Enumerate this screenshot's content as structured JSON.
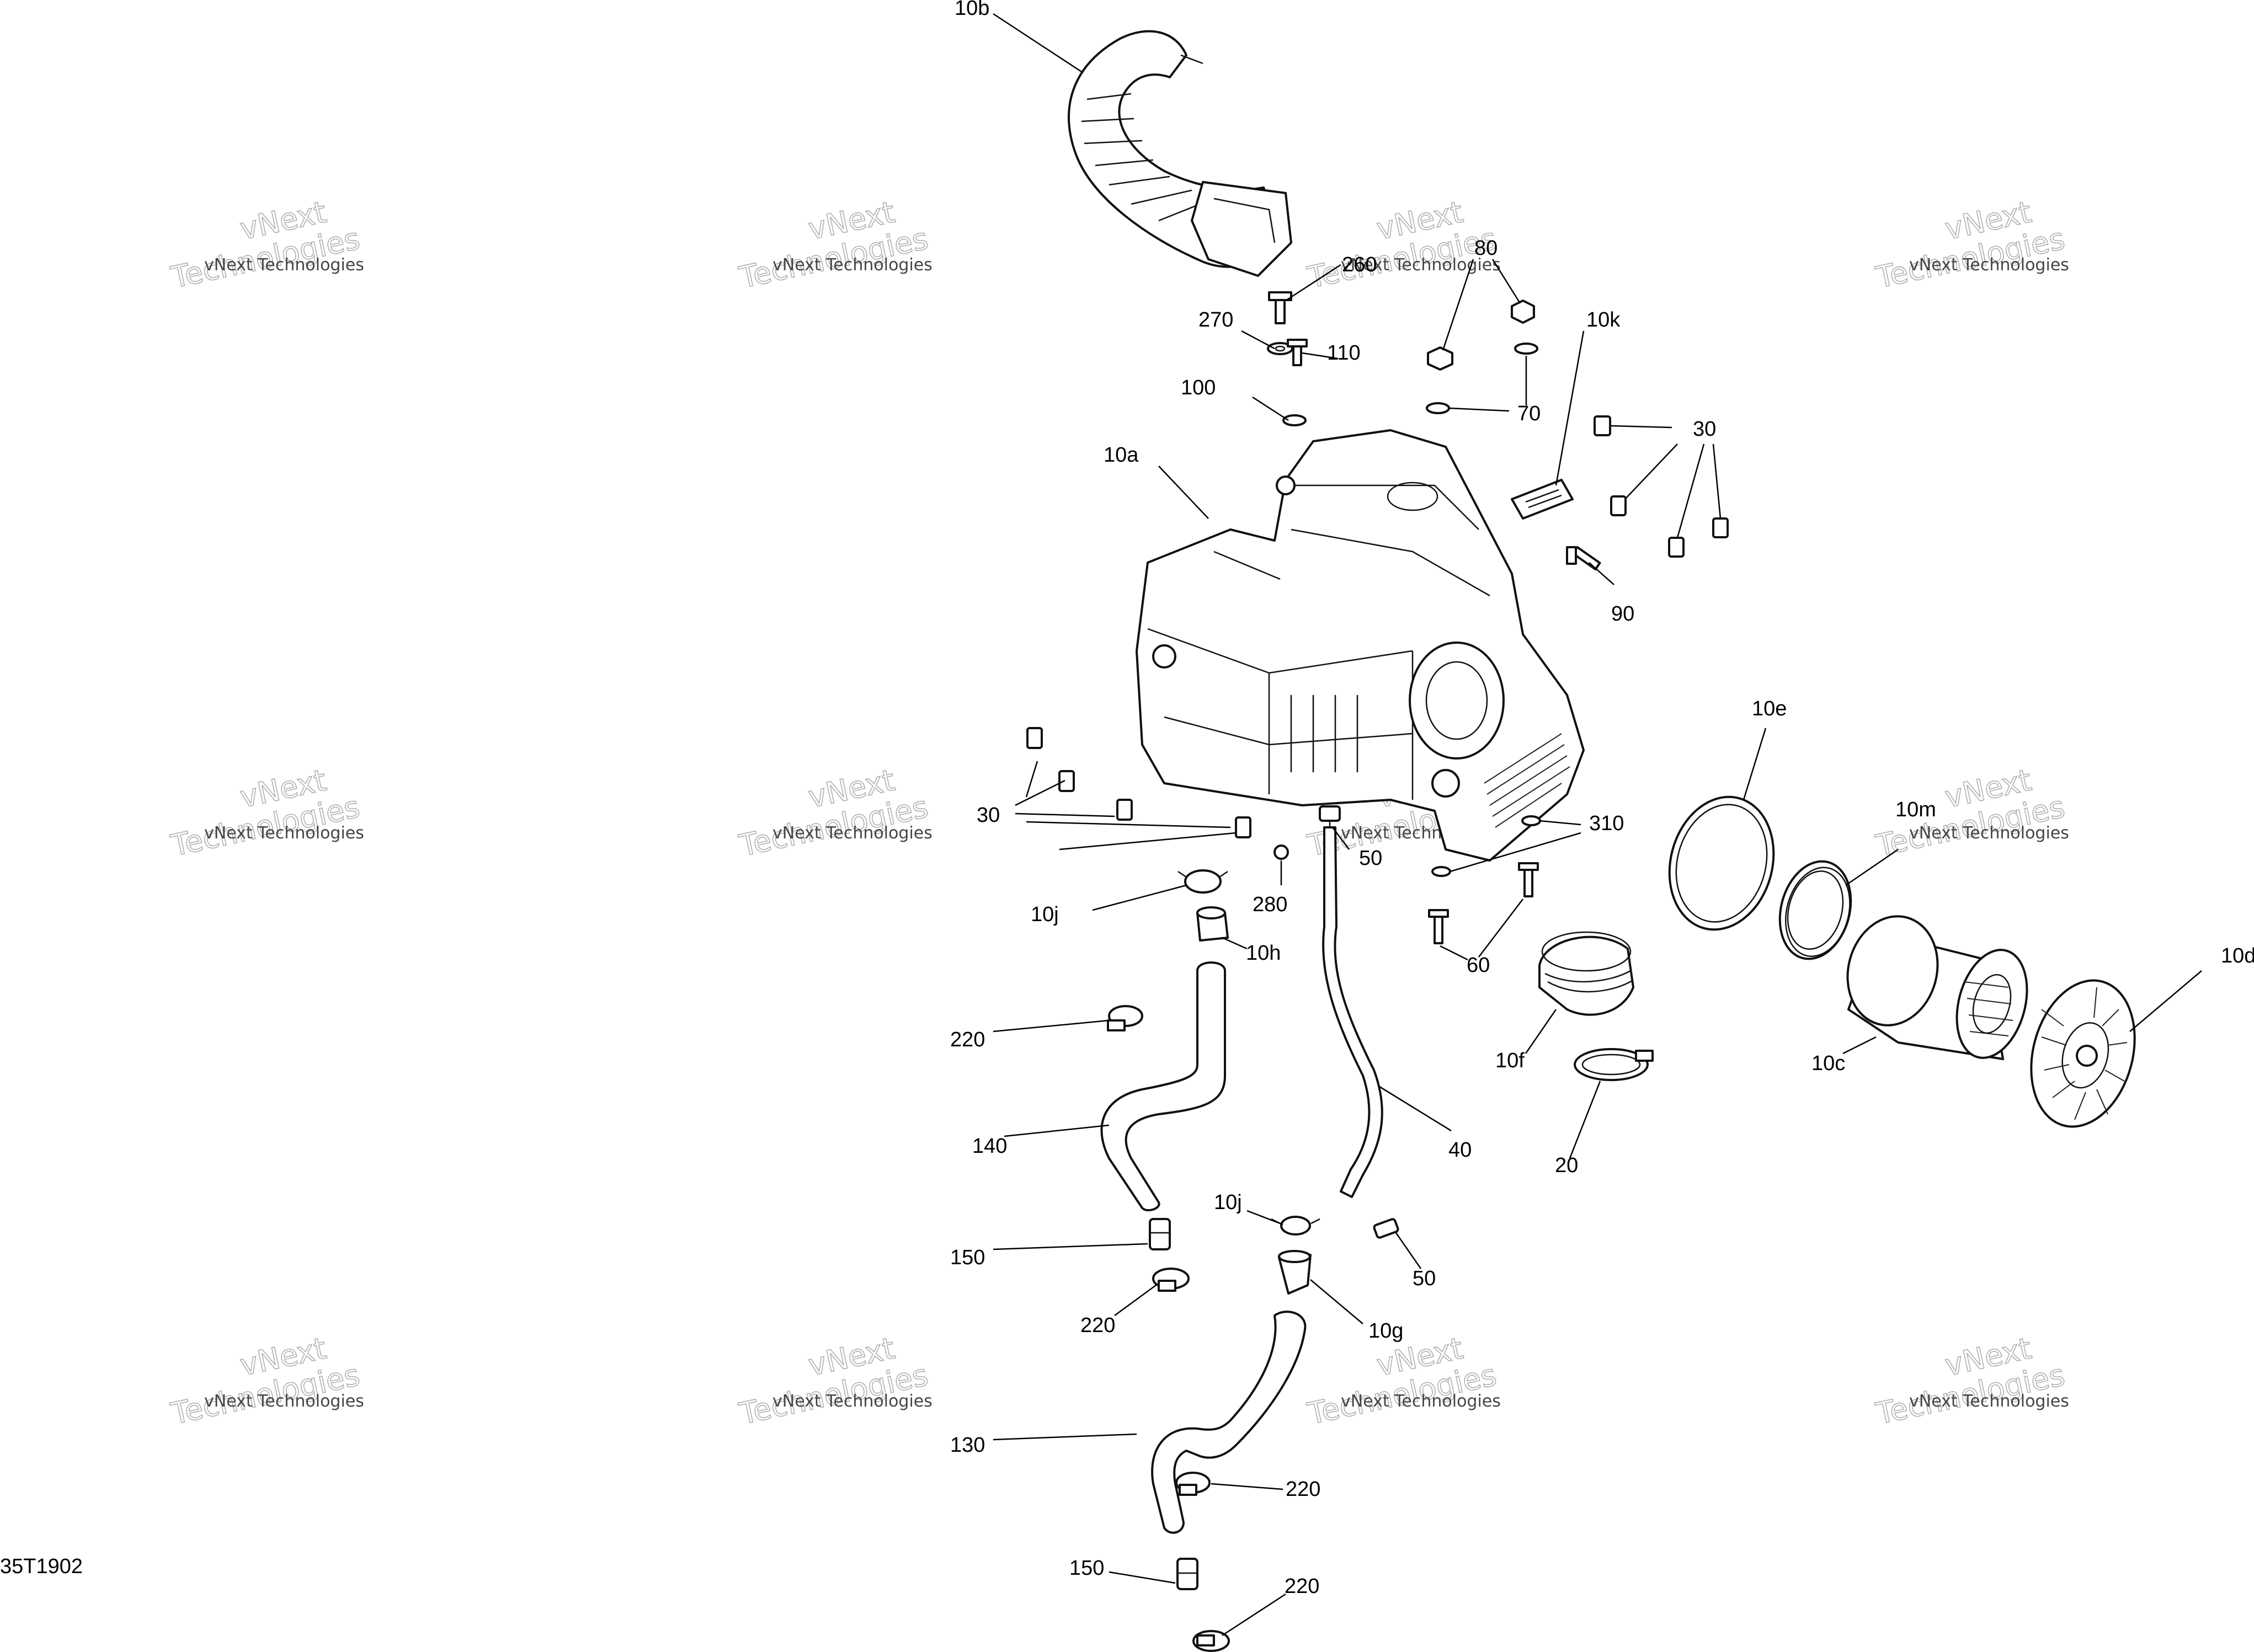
{
  "diagram_code": "35T1902",
  "watermark": {
    "small_text": "vNext Technologies",
    "big_line1": "vNext",
    "big_line2": "Technologies"
  },
  "labels": {
    "p10b": "10b",
    "p260": "260",
    "p80": "80",
    "p270": "270",
    "p110": "110",
    "p10k": "10k",
    "p100": "100",
    "p70": "70",
    "p30_top": "30",
    "p10a": "10a",
    "p90": "90",
    "p10e": "10e",
    "p30_left": "30",
    "p310": "310",
    "p50_top": "50",
    "p10m": "10m",
    "p10d": "10d",
    "p280": "280",
    "p10j_top": "10j",
    "p10h": "10h",
    "p60": "60",
    "p220_a": "220",
    "p10f": "10f",
    "p10c": "10c",
    "p140": "140",
    "p40": "40",
    "p20": "20",
    "p10j_bot": "10j",
    "p150_a": "150",
    "p50_bot": "50",
    "p220_b": "220",
    "p10g": "10g",
    "p130": "130",
    "p220_c": "220",
    "p150_b": "150",
    "p220_d": "220"
  }
}
